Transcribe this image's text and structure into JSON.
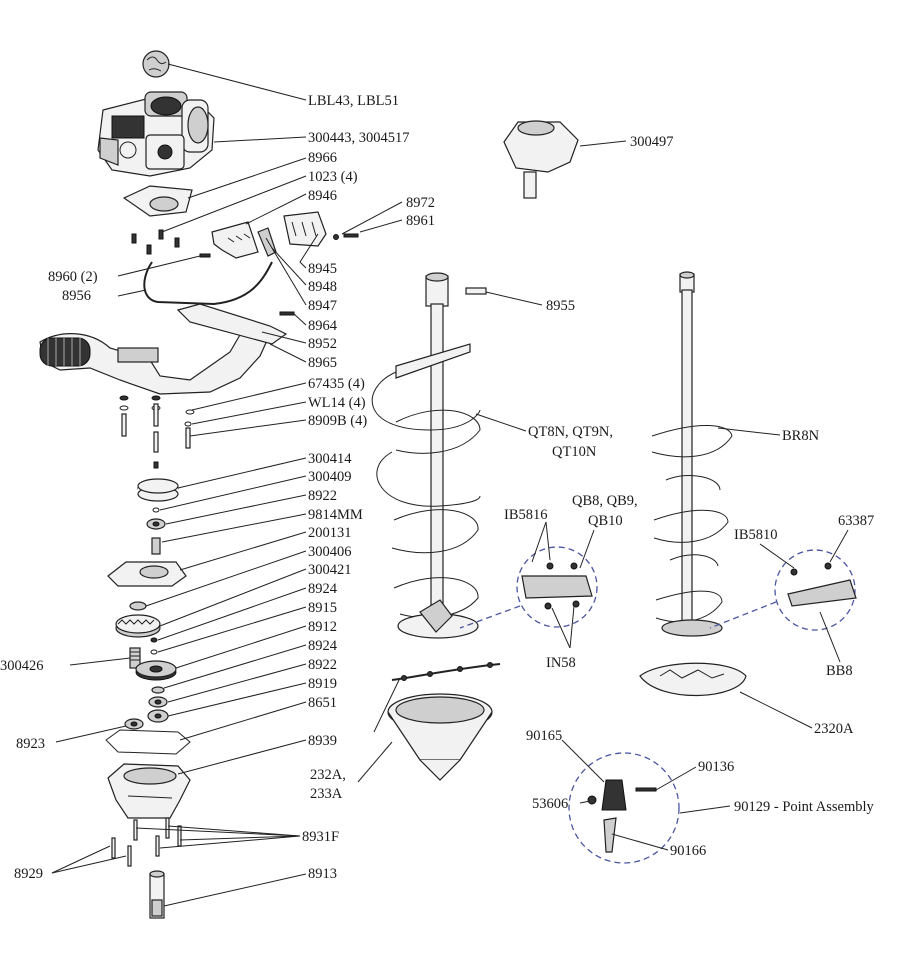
{
  "labels": {
    "lbl43": "LBL43, LBL51",
    "engine": "300443, 3004517",
    "p300497": "300497",
    "p8966": "8966",
    "p1023": "1023 (4)",
    "p8946": "8946",
    "p8972": "8972",
    "p8961": "8961",
    "p8960": "8960 (2)",
    "p8956": "8956",
    "p8945": "8945",
    "p8948": "8948",
    "p8947": "8947",
    "p8955": "8955",
    "p8964": "8964",
    "p8952": "8952",
    "p8965": "8965",
    "p67435": "67435 (4)",
    "wl14": "WL14 (4)",
    "p8909b": "8909B (4)",
    "qt_a": "QT8N, QT9N,",
    "qt_b": "QT10N",
    "br8n": "BR8N",
    "p300414": "300414",
    "p300409": "300409",
    "p8922a": "8922",
    "p9814mm": "9814MM",
    "ib5816": "IB5816",
    "qb_a": "QB8, QB9,",
    "qb_b": "QB10",
    "ib5810": "IB5810",
    "p63387": "63387",
    "p200131": "200131",
    "p300406": "300406",
    "p300421": "300421",
    "p8924a": "8924",
    "p8915": "8915",
    "p8912": "8912",
    "p300426": "300426",
    "p8924b": "8924",
    "in58": "IN58",
    "bb8": "BB8",
    "p8922b": "8922",
    "p8919": "8919",
    "p8651": "8651",
    "p2320a": "2320A",
    "p8923": "8923",
    "p8939": "8939",
    "p232a": "232A,",
    "p233a": "233A",
    "p90165": "90165",
    "p90136": "90136",
    "p53606": "53606",
    "p90129": "90129 - Point Assembly",
    "p90166": "90166",
    "p8931f": "8931F",
    "p8929": "8929",
    "p8913": "8913"
  },
  "colors": {
    "line": "#222222",
    "dashed_circle": "#4a55a0",
    "part_fill": "#f2f2f2",
    "dark_fill": "#333333"
  }
}
